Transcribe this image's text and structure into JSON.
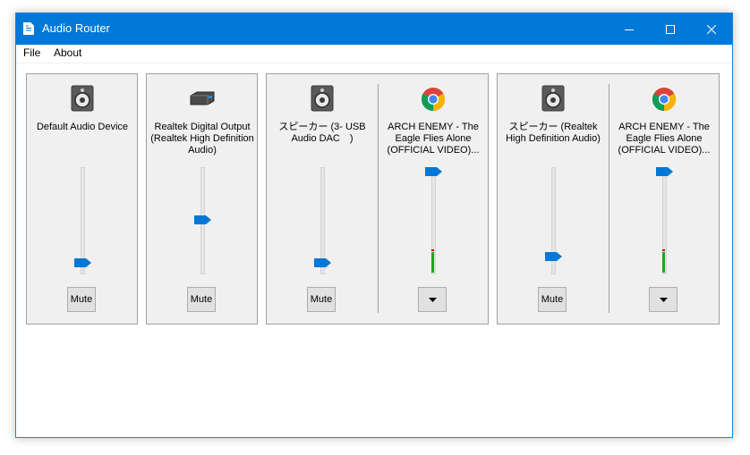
{
  "window": {
    "title": "Audio Router",
    "controls": [
      "minimize",
      "maximize",
      "close"
    ]
  },
  "menu": {
    "file": "File",
    "about": "About"
  },
  "panels": [
    {
      "devices": [
        {
          "name": "Default Audio Device",
          "icon": "speaker-icon",
          "volume_fraction": 0.06,
          "button": "Mute"
        }
      ]
    },
    {
      "devices": [
        {
          "name": "Realtek Digital Output (Realtek High Definition Audio)",
          "icon": "digital-output-icon",
          "volume_fraction": 0.5,
          "button": "Mute"
        }
      ]
    },
    {
      "devices": [
        {
          "name": "スピーカー (3- USB Audio DAC　)",
          "icon": "speaker-icon",
          "volume_fraction": 0.06,
          "button": "Mute"
        }
      ],
      "apps": [
        {
          "name": "ARCH ENEMY - The Eagle Flies Alone (OFFICIAL VIDEO)...",
          "icon": "chrome-icon",
          "volume_fraction": 1.0,
          "button": "▼"
        }
      ]
    },
    {
      "devices": [
        {
          "name": "スピーカー (Realtek High Definition Audio)",
          "icon": "speaker-icon",
          "volume_fraction": 0.12,
          "button": "Mute"
        }
      ],
      "apps": [
        {
          "name": "ARCH ENEMY - The Eagle Flies Alone (OFFICIAL VIDEO)...",
          "icon": "chrome-icon",
          "volume_fraction": 1.0,
          "button": "▼"
        }
      ]
    }
  ],
  "colors": {
    "titlebar": "#0078d7",
    "slider_thumb": "#0078d7",
    "meter_level": "#1ea61e",
    "meter_peak": "#c00000"
  }
}
